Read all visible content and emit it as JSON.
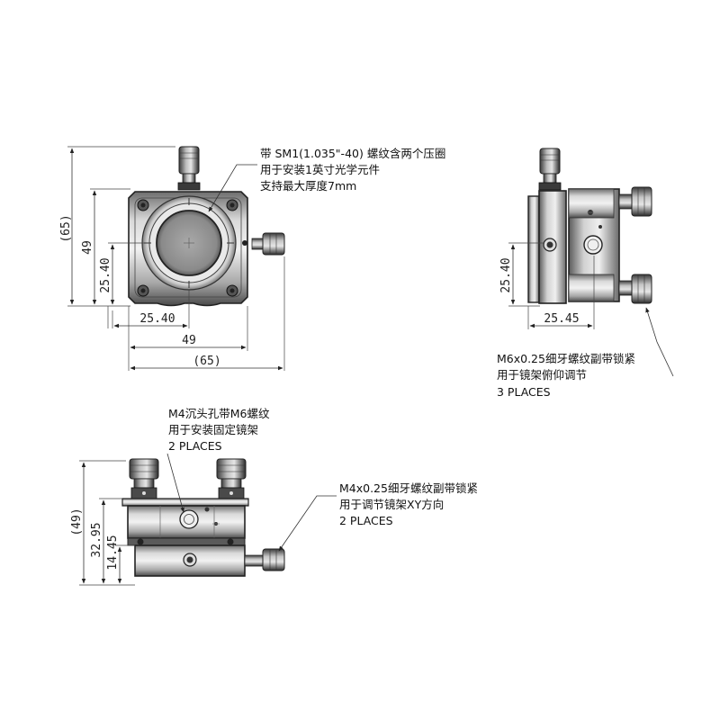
{
  "front_view": {
    "dims": {
      "overall_height": "(65)",
      "height": "49",
      "center_height": "25.40",
      "center_width": "25.40",
      "width": "49",
      "overall_width": "(65)"
    },
    "callout": {
      "line1": "带 SM1(1.035\"-40) 螺纹含两个压圈",
      "line2": "用于安装1英寸光学元件",
      "line3": "支持最大厚度7mm"
    }
  },
  "side_view": {
    "dims": {
      "center_height": "25.40",
      "depth": "25.45"
    },
    "callout": {
      "line1": "M6x0.25细牙螺纹副带锁紧",
      "line2": "用于镜架俯仰调节",
      "line3": "3 PLACES"
    }
  },
  "top_view": {
    "dims": {
      "overall_height": "(49)",
      "height": "32.95",
      "base_height": "14.45"
    },
    "callout_upper": {
      "line1": "M4沉头孔带M6螺纹",
      "line2": "用于安装固定镜架",
      "line3": "2 PLACES"
    },
    "callout_lower": {
      "line1": "M4x0.25细牙螺纹副带锁紧",
      "line2": "用于调节镜架XY方向",
      "line3": "2 PLACES"
    }
  },
  "colors": {
    "line": "#333333",
    "metal_dark": "#2e2e2e",
    "metal_light": "#9a9a9a",
    "lens_gray": "#8f8f8f"
  }
}
